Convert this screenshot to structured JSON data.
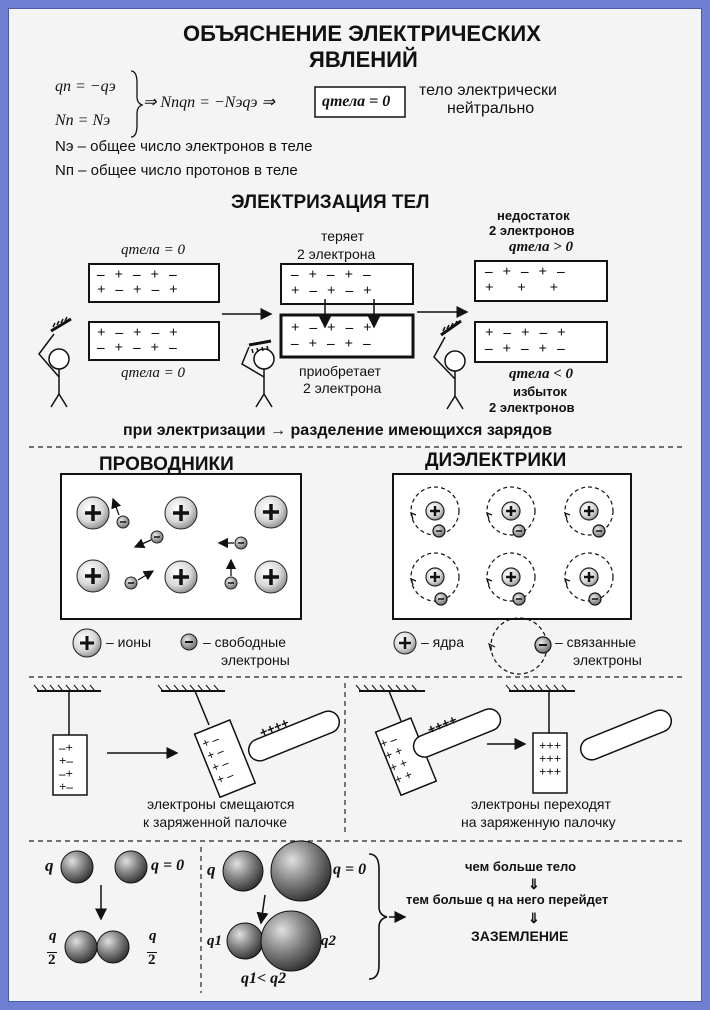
{
  "title": {
    "line1": "ОБЪЯСНЕНИЕ ЭЛЕКТРИЧЕСКИХ",
    "line2": "ЯВЛЕНИЙ"
  },
  "intro": {
    "eq1": "qп = −qэ",
    "eq2": "Nп = Nэ",
    "eq3": "⇒ Nпqп = −Nэqэ ⇒",
    "boxed": "qтела = 0",
    "neutral1": "тело электрически",
    "neutral2": "нейтрально",
    "def1": "Nэ – общее число электронов в теле",
    "def2": "Nп – общее число протонов в теле"
  },
  "electrization": {
    "heading": "ЭЛЕКТРИЗАЦИЯ ТЕЛ",
    "q_top": "qтела = 0",
    "q_bottom": "qтела = 0",
    "loses1": "теряет",
    "loses2": "2 электрона",
    "gains1": "приобретает",
    "gains2": "2 электрона",
    "lack1": "недостаток",
    "lack2": "2 электронов",
    "q_pos": "qтела > 0",
    "q_neg": "qтела < 0",
    "excess1": "избыток",
    "excess2": "2 электронов",
    "summary": "при электризации → разделение имеющихся зарядов"
  },
  "conductors": {
    "heading": "ПРОВОДНИКИ",
    "legend_ions": "– ионы",
    "legend_free1": "– свободные",
    "legend_free2": "электроны"
  },
  "dielectrics": {
    "heading": "ДИЭЛЕКТРИКИ",
    "legend_nuclei": "– ядра",
    "legend_bound1": "– связанные",
    "legend_bound2": "электроны"
  },
  "experiments": {
    "left1": "электроны смещаются",
    "left2": "к заряженной палочке",
    "right1": "электроны переходят",
    "right2": "на заряженную палочку",
    "rod": "++++"
  },
  "spheres": {
    "q": "q",
    "q0": "q = 0",
    "half_num": "q",
    "half_den": "2",
    "q1": "q1",
    "q2": "q2",
    "q1q2": "q1< q2",
    "bigger1": "чем больше тело",
    "arrow1": "⇓",
    "bigger2": "тем больше q на него перейдет",
    "arrow2": "⇓",
    "grounding": "ЗАЗЕМЛЕНИЕ"
  },
  "colors": {
    "background": "#6f7fd3",
    "sheet": "#f4f4f4",
    "ink": "#111111"
  }
}
